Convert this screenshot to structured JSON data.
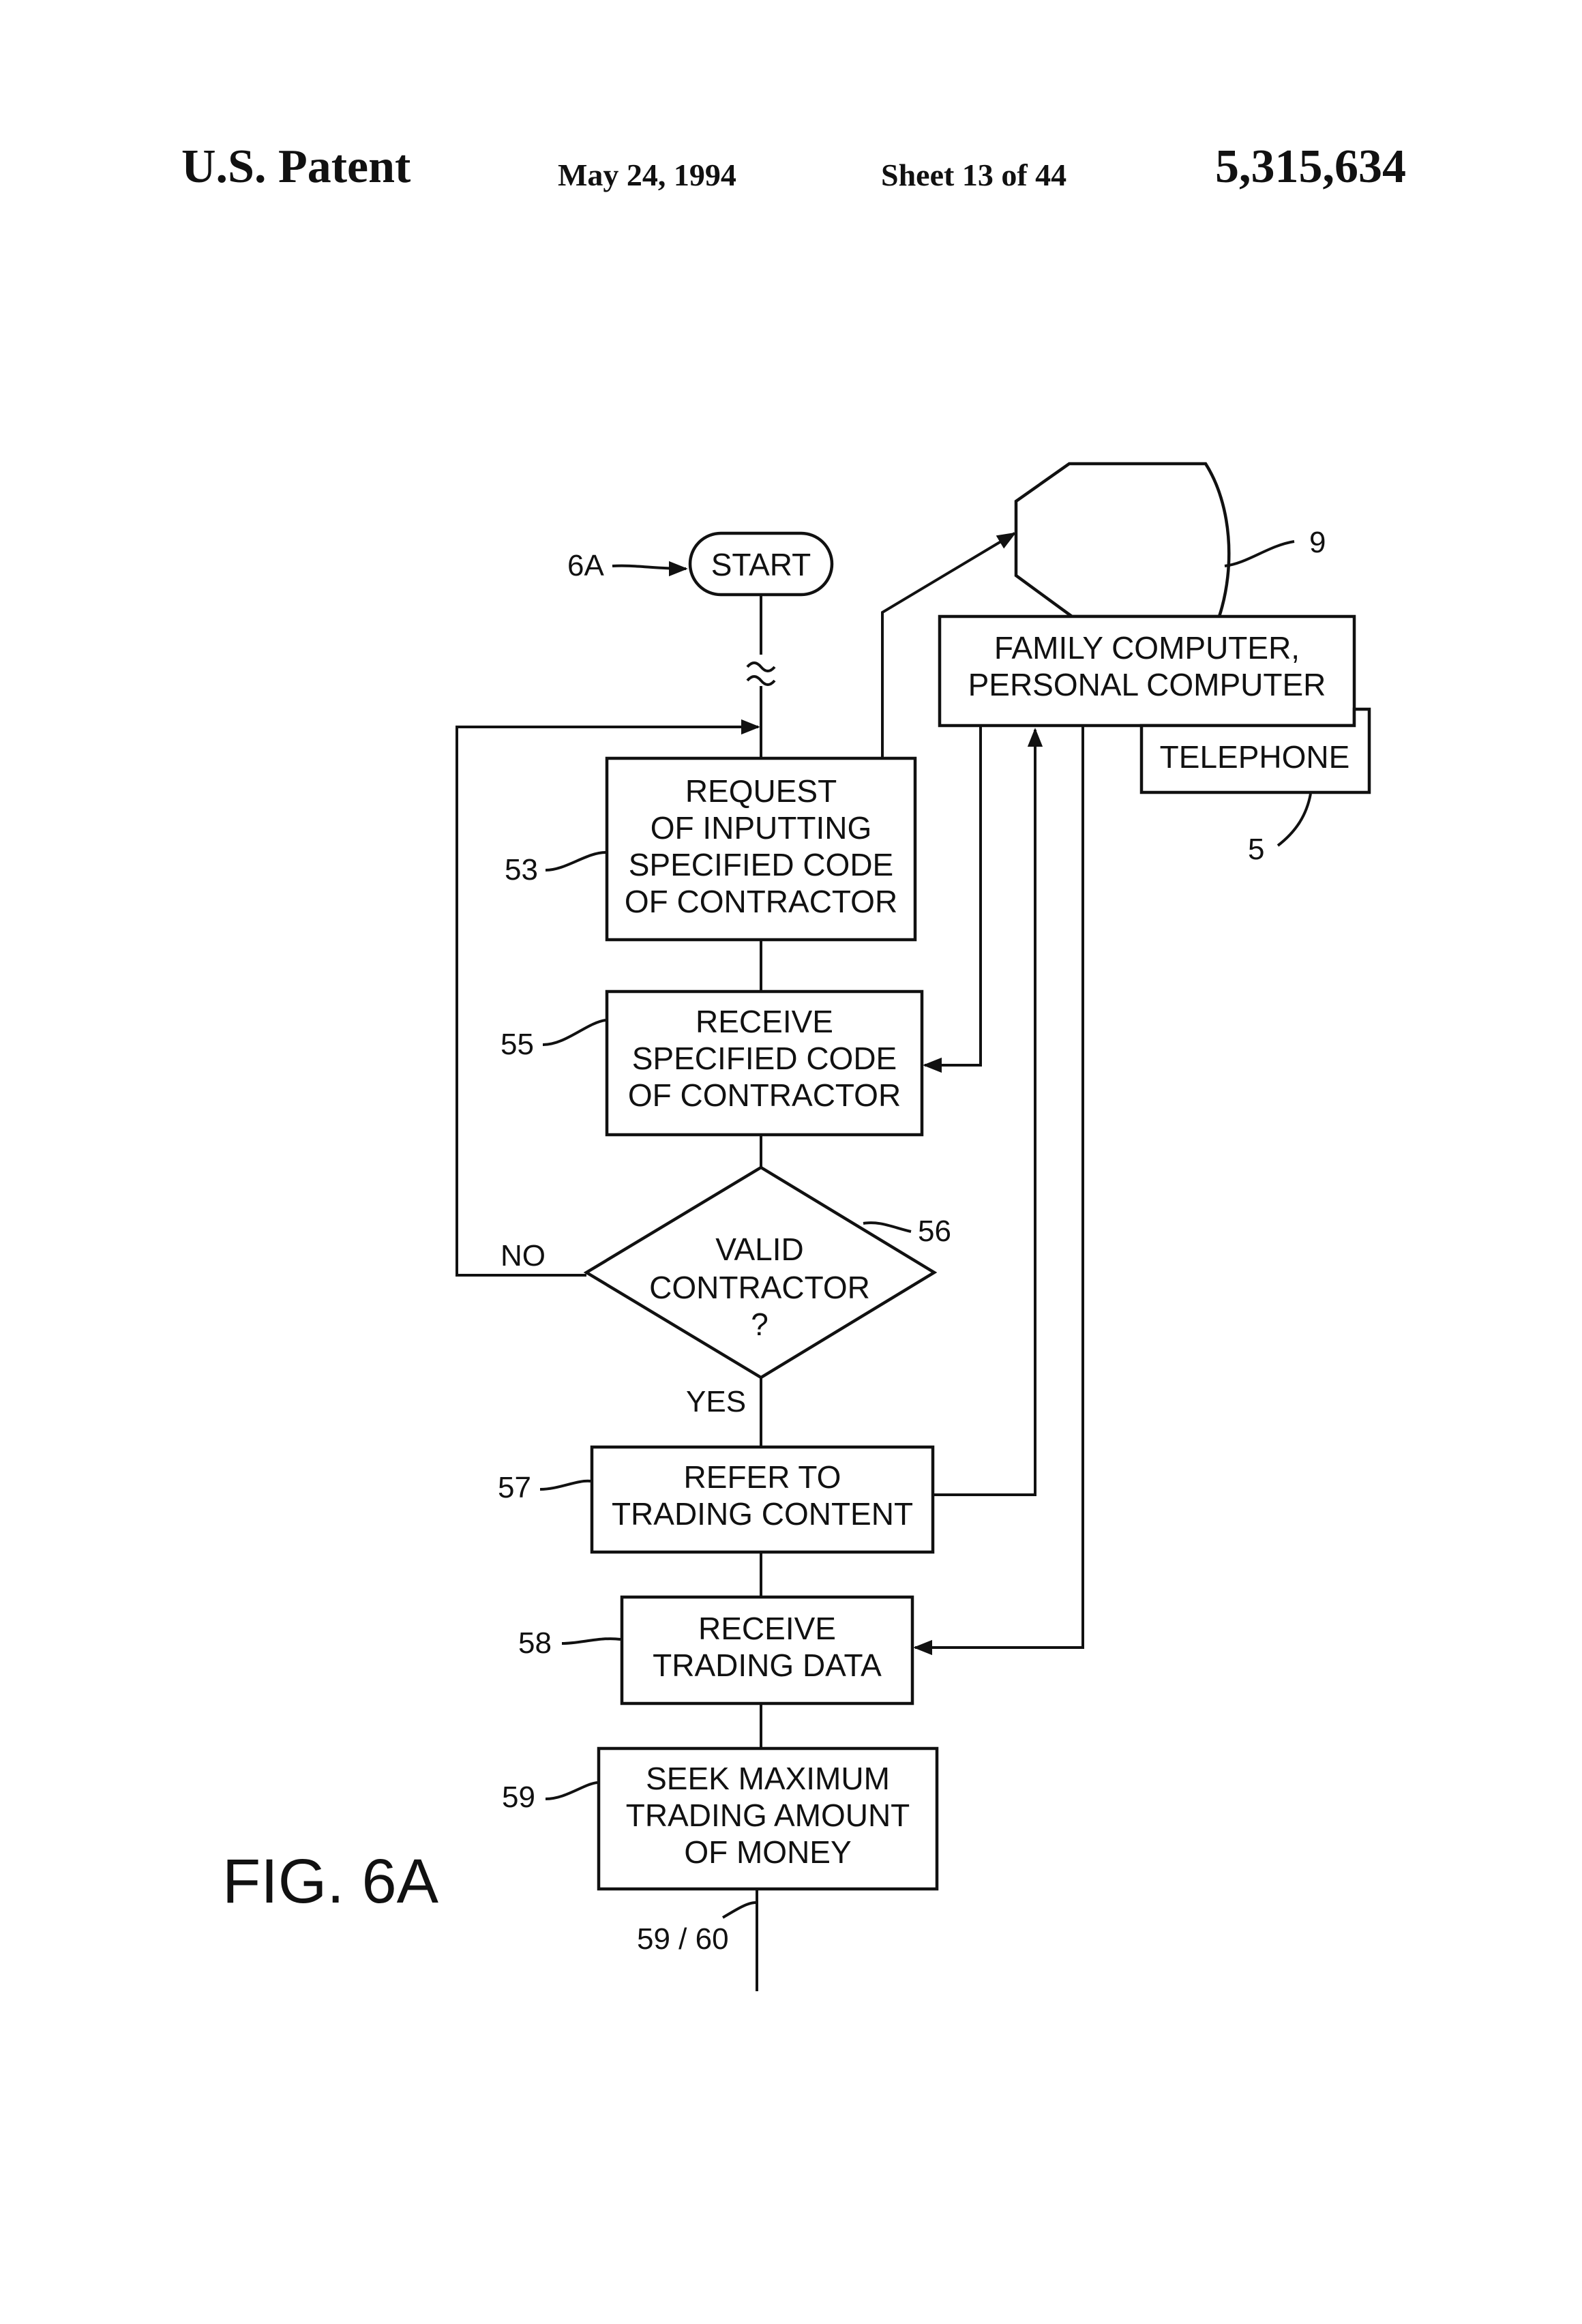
{
  "header": {
    "patent_label": "U.S. Patent",
    "date": "May 24, 1994",
    "sheet": "Sheet 13 of 44",
    "patent_number": "5,315,634"
  },
  "figure": {
    "label": "FIG. 6A",
    "entry_ref": "6A",
    "start": "START",
    "steps": {
      "s53": {
        "ref": "53",
        "lines": [
          "REQUEST",
          "OF INPUTTING",
          "SPECIFIED CODE",
          "OF CONTRACTOR"
        ]
      },
      "s55": {
        "ref": "55",
        "lines": [
          "RECEIVE",
          "SPECIFIED CODE",
          "OF CONTRACTOR"
        ]
      },
      "s56": {
        "ref": "56",
        "lines": [
          "VALID",
          "CONTRACTOR",
          "?"
        ],
        "no_label": "NO",
        "yes_label": "YES"
      },
      "s57": {
        "ref": "57",
        "lines": [
          "REFER TO",
          "TRADING CONTENT"
        ]
      },
      "s58": {
        "ref": "58",
        "lines": [
          "RECEIVE",
          "TRADING DATA"
        ]
      },
      "s59": {
        "ref": "59",
        "lines": [
          "SEEK MAXIMUM",
          "TRADING AMOUNT",
          "OF MONEY"
        ]
      }
    },
    "computer": {
      "ref": "9",
      "lines": [
        "FAMILY COMPUTER,",
        "PERSONAL COMPUTER"
      ]
    },
    "telephone": {
      "ref": "5",
      "label": "TELEPHONE"
    },
    "exit_ref": "59 / 60"
  }
}
